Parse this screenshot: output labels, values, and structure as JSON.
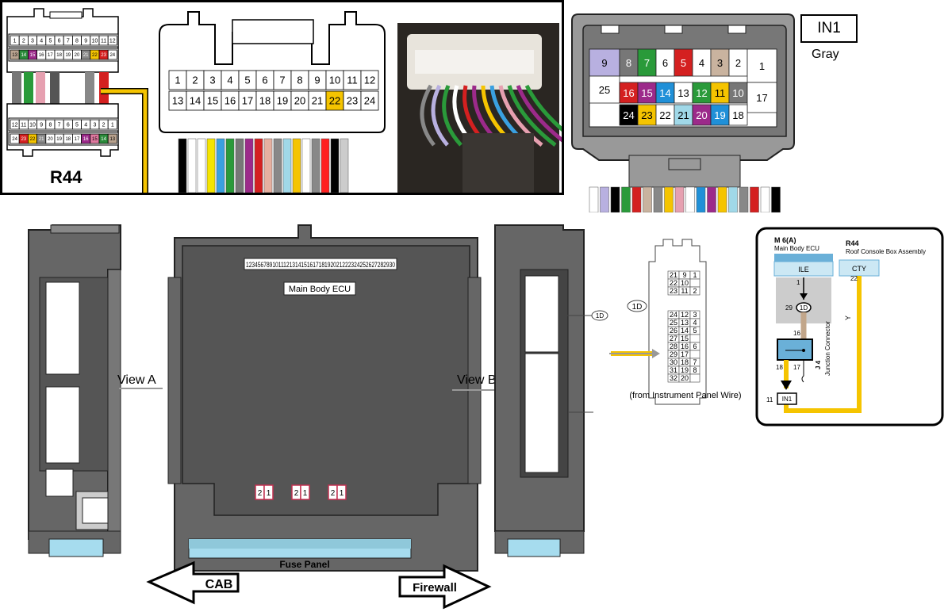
{
  "r44": {
    "label": "R44",
    "top_row_pins": [
      "1",
      "2",
      "3",
      "4",
      "5",
      "6",
      "7",
      "8",
      "9",
      "10",
      "11",
      "12"
    ],
    "top_row2_pins": [
      "13",
      "14",
      "15",
      "16",
      "17",
      "18",
      "19",
      "20",
      "21",
      "22",
      "23",
      "24"
    ],
    "top_row2_colors": [
      "#b9a38f",
      "#2a8a3a",
      "#9c2a8a",
      "#ffffff",
      "#ffffff",
      "#ffffff",
      "#ffffff",
      "#ffffff",
      "#888888",
      "#f5c400",
      "#d42020",
      "#ffffff"
    ],
    "bottom_row1_pins": [
      "12",
      "11",
      "10",
      "9",
      "8",
      "7",
      "6",
      "5",
      "4",
      "3",
      "2",
      "1"
    ],
    "bottom_row2_pins": [
      "24",
      "23",
      "22",
      "21",
      "20",
      "19",
      "18",
      "17",
      "16",
      "15",
      "14",
      "13"
    ],
    "bottom_row2_colors": [
      "#ffffff",
      "#d42020",
      "#f5c400",
      "#888888",
      "#ffffff",
      "#ffffff",
      "#ffffff",
      "#ffffff",
      "#9c2a8a",
      "#e07aa0",
      "#2a8a3a",
      "#b9a38f"
    ]
  },
  "big_connector": {
    "row1": [
      "1",
      "2",
      "3",
      "4",
      "5",
      "6",
      "7",
      "8",
      "9",
      "10",
      "11",
      "12"
    ],
    "row2": [
      "13",
      "14",
      "15",
      "16",
      "17",
      "18",
      "19",
      "20",
      "21",
      "22",
      "23",
      "24"
    ],
    "highlight_pin": "22",
    "highlight_color": "#f5c400",
    "wire_colors": [
      "#000000",
      "#ffffff",
      "#ffffff",
      "#f5e400",
      "#3aa0e0",
      "#2a9a3a",
      "#777777",
      "#9c2a8a",
      "#d42020",
      "#e6b0a0",
      "#888888",
      "#a0d8e8",
      "#f5c400",
      "#ffffff",
      "#888888",
      "#ff2020",
      "#000000",
      "#cccccc"
    ]
  },
  "in1": {
    "label": "IN1",
    "color_label": "Gray",
    "cells": [
      {
        "pin": "9",
        "color": "#b8b0e0",
        "fg": "#000"
      },
      {
        "pin": "8",
        "color": "#777777",
        "fg": "#fff"
      },
      {
        "pin": "7",
        "color": "#2a9a3a",
        "fg": "#fff"
      },
      {
        "pin": "6",
        "color": "#ffffff",
        "fg": "#000"
      },
      {
        "pin": "5",
        "color": "#d42020",
        "fg": "#fff"
      },
      {
        "pin": "4",
        "color": "#ffffff",
        "fg": "#000"
      },
      {
        "pin": "3",
        "color": "#c9b39f",
        "fg": "#000"
      },
      {
        "pin": "2",
        "color": "#ffffff",
        "fg": "#000"
      },
      {
        "pin": "1",
        "color": "#ffffff",
        "fg": "#000"
      },
      {
        "pin": "25",
        "color": "#ffffff",
        "fg": "#000"
      },
      {
        "pin": "16",
        "color": "#d42020",
        "fg": "#fff"
      },
      {
        "pin": "15",
        "color": "#9c2a8a",
        "fg": "#fff"
      },
      {
        "pin": "14",
        "color": "#2090d8",
        "fg": "#fff"
      },
      {
        "pin": "13",
        "color": "#ffffff",
        "fg": "#000"
      },
      {
        "pin": "12",
        "color": "#2a9a3a",
        "fg": "#fff"
      },
      {
        "pin": "11",
        "color": "#f5c400",
        "fg": "#000"
      },
      {
        "pin": "10",
        "color": "#777777",
        "fg": "#fff"
      },
      {
        "pin": "17",
        "color": "#ffffff",
        "fg": "#000"
      },
      {
        "pin": "24",
        "color": "#000000",
        "fg": "#fff"
      },
      {
        "pin": "23",
        "color": "#f5c400",
        "fg": "#000"
      },
      {
        "pin": "22",
        "color": "#ffffff",
        "fg": "#000"
      },
      {
        "pin": "21",
        "color": "#a0d8e8",
        "fg": "#000"
      },
      {
        "pin": "20",
        "color": "#9c2a8a",
        "fg": "#fff"
      },
      {
        "pin": "19",
        "color": "#2090d8",
        "fg": "#fff"
      },
      {
        "pin": "18",
        "color": "#ffffff",
        "fg": "#000"
      }
    ],
    "wire_colors": [
      "#ffffff",
      "#b8b0e0",
      "#000000",
      "#2a9a3a",
      "#d42020",
      "#c9b39f",
      "#888888",
      "#f5c400",
      "#e6a0b0",
      "#ffffff",
      "#2090d8",
      "#9c2a8a",
      "#f5c400",
      "#a0d8e8",
      "#888888",
      "#d42020",
      "#ffffff",
      "#000000"
    ]
  },
  "ecu": {
    "label": "Main Body ECU",
    "pin_strip": "123456789101112131415161718192021222324252627282930",
    "fuse_pins": [
      [
        "2",
        "1"
      ],
      [
        "2",
        "1"
      ],
      [
        "2",
        "1"
      ]
    ],
    "fuse_panel_label": "Fuse Panel",
    "view_a": "View A",
    "view_b": "View B",
    "cab": "CAB",
    "firewall": "Firewall"
  },
  "wire_connector": {
    "badge": "1D",
    "caption": "(from Instrument Panel Wire)",
    "top_left": [
      "21",
      "22",
      "23"
    ],
    "top_mid": [
      "9",
      "10",
      "11"
    ],
    "top_right": [
      "1",
      "",
      "2"
    ],
    "low_left": [
      "24",
      "25",
      "26",
      "27",
      "28",
      "29",
      "30",
      "31",
      "32"
    ],
    "low_mid": [
      "12",
      "13",
      "14",
      "15",
      "16",
      "17",
      "18",
      "19",
      "20"
    ],
    "low_right": [
      "3",
      "4",
      "5",
      "",
      "6",
      "",
      "7",
      "8",
      ""
    ]
  },
  "schematic": {
    "m6_title": "M 6(A)",
    "m6_sub": "Main Body ECU",
    "r44_title": "R44",
    "r44_sub": "Roof Console Box Assembly",
    "ile": "ILE",
    "cty": "CTY",
    "pin_1": "1",
    "pin_22": "22",
    "pin_29": "29",
    "badge_1d": "1D",
    "pin_16": "16",
    "pin_18": "18",
    "pin_17": "17",
    "wire_y": "Y",
    "j4": "J 4",
    "j4_desc": "Junction Connector",
    "pin_11": "11",
    "in1": "IN1"
  }
}
